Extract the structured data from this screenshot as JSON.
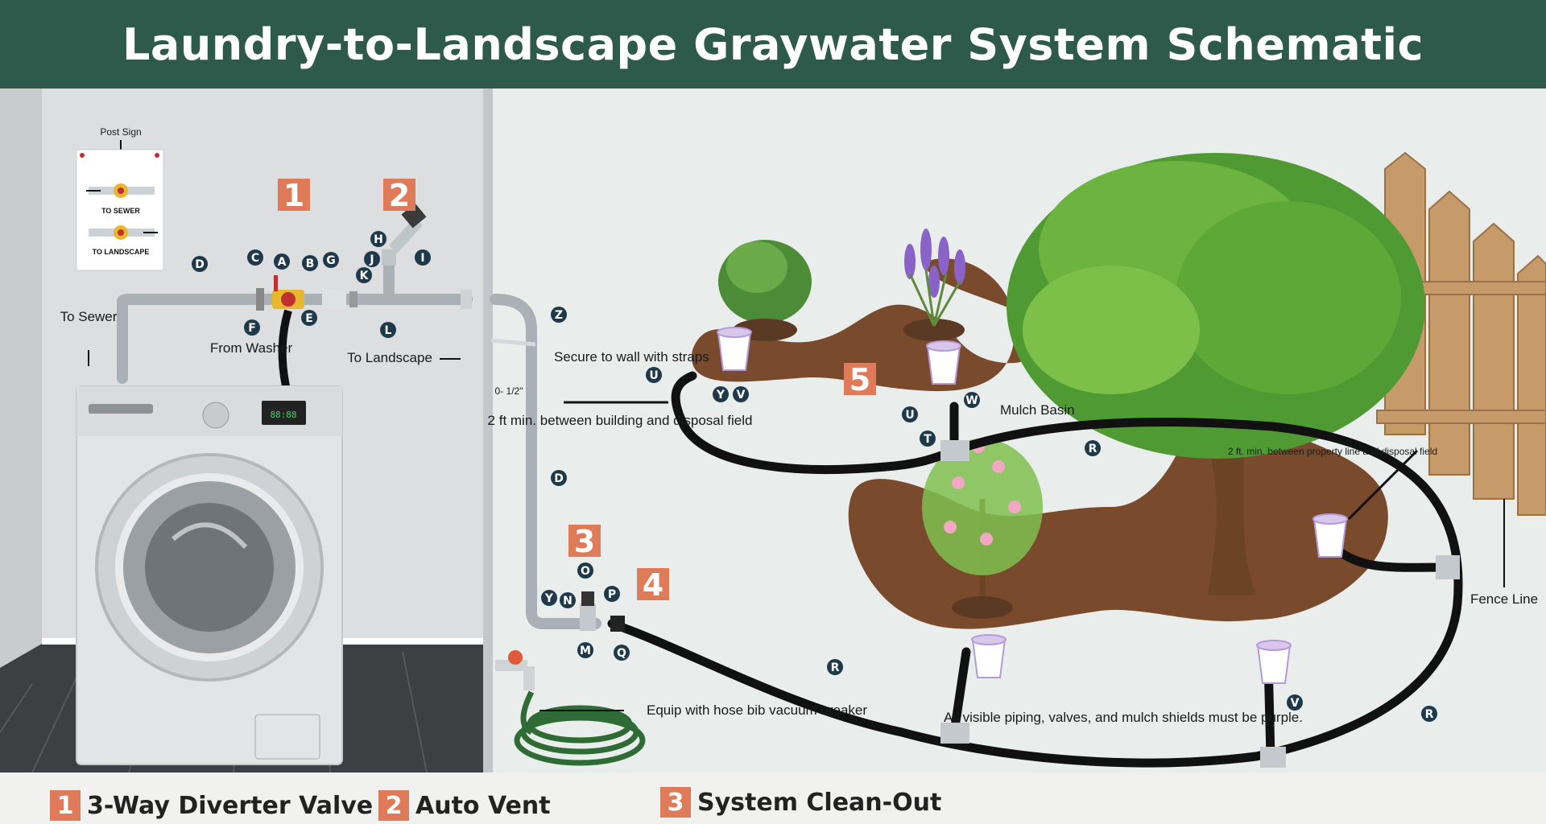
{
  "title": "Laundry-to-Landscape Graywater System Schematic",
  "sign": {
    "header": "Post Sign",
    "to_sewer": "TO SEWER",
    "to_landscape": "TO LANDSCAPE"
  },
  "labels": {
    "to_sewer": "To Sewer",
    "from_washer": "From Washer",
    "to_landscape": "To Landscape",
    "secure_wall": "Secure to wall with straps",
    "pipe_size": "0- 1/2\"",
    "min_building": "2 ft min. between building and disposal field",
    "mulch_basin": "Mulch Basin",
    "property_line": "2 ft. min. between property line and disposal field",
    "fence_line": "Fence Line",
    "hose_bib": "Equip with hose bib vacuum breaker",
    "purple_note": "All visible piping, valves, and mulch shields must be purple."
  },
  "washer_display": "88:88",
  "badges": [
    "1",
    "2",
    "3",
    "4",
    "5"
  ],
  "legend": [
    {
      "num": "1",
      "text": "3-Way Diverter Valve"
    },
    {
      "num": "2",
      "text": "Auto Vent"
    },
    {
      "num": "3",
      "text": "System Clean-Out"
    }
  ],
  "part_tags": [
    "A",
    "B",
    "C",
    "D",
    "E",
    "F",
    "G",
    "H",
    "I",
    "J",
    "K",
    "L",
    "M",
    "N",
    "O",
    "P",
    "Q",
    "R",
    "T",
    "U",
    "V",
    "W",
    "Y",
    "Z"
  ],
  "colors": {
    "title_bg": "#2e5a4c",
    "badge": "#e07b5a",
    "tag": "#1e3a4a",
    "pipe": "#a9b1b6",
    "hose": "#111111",
    "soil": "#7a4a2c",
    "fence": "#c79a6a",
    "shield": "#d8c7ea"
  }
}
